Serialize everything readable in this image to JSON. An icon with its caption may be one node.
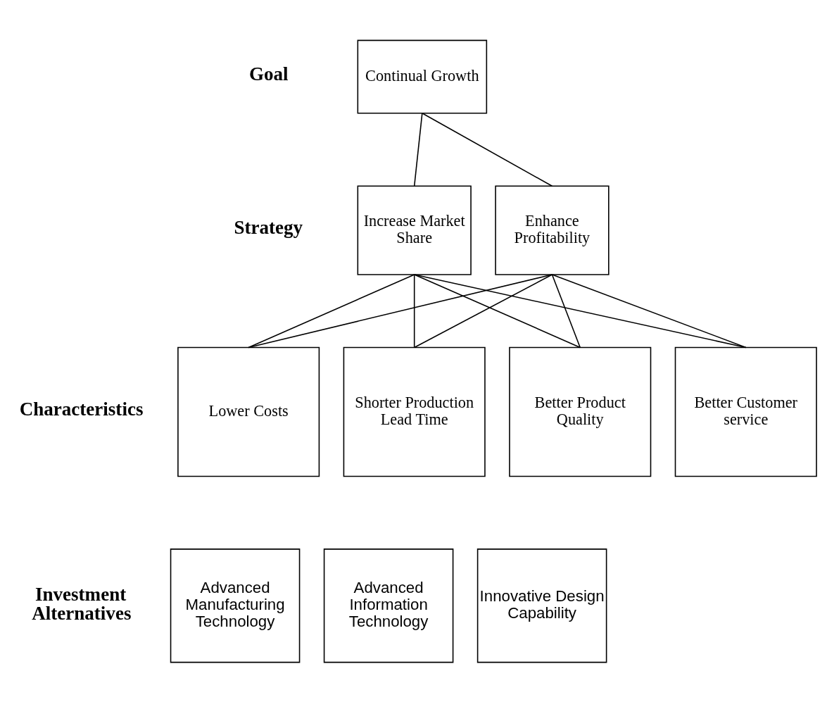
{
  "diagram": {
    "nodes": [
      {
        "text": [
          "Continual Growth"
        ]
      },
      {
        "text": [
          "Increase Market Share"
        ]
      },
      {
        "text": [
          "Enhance Profitability"
        ]
      },
      {
        "text": [
          "Lower Costs"
        ]
      },
      {
        "text": [
          "Shorter Production Lead Time"
        ]
      },
      {
        "text": [
          "Better Product Quality"
        ]
      },
      {
        "text": [
          "Better Customer service"
        ]
      },
      {
        "text": [
          "Advanced Manufacturing Technology"
        ]
      },
      {
        "text": [
          "Advanced Information Technology"
        ]
      },
      {
        "text": [
          "Innovative Design Capability"
        ]
      }
    ],
    "edges": [
      {
        "from": 0,
        "to": 1,
        "arrow": "none"
      },
      {
        "from": 0,
        "to": 2,
        "arrow": "none"
      },
      {
        "from": 1,
        "to": 3,
        "arrow": "none"
      },
      {
        "from": 1,
        "to": 4,
        "arrow": "none"
      },
      {
        "from": 1,
        "to": 5,
        "arrow": "none"
      },
      {
        "from": 1,
        "to": 6,
        "arrow": "none"
      },
      {
        "from": 2,
        "to": 3,
        "arrow": "none"
      },
      {
        "from": 2,
        "to": 4,
        "arrow": "none"
      },
      {
        "from": 2,
        "to": 5,
        "arrow": "none"
      },
      {
        "from": 2,
        "to": 6,
        "arrow": "none"
      }
    ],
    "labels": [
      "Goal",
      "Strategy",
      "Characteristics",
      "Investment Alternatives"
    ]
  }
}
